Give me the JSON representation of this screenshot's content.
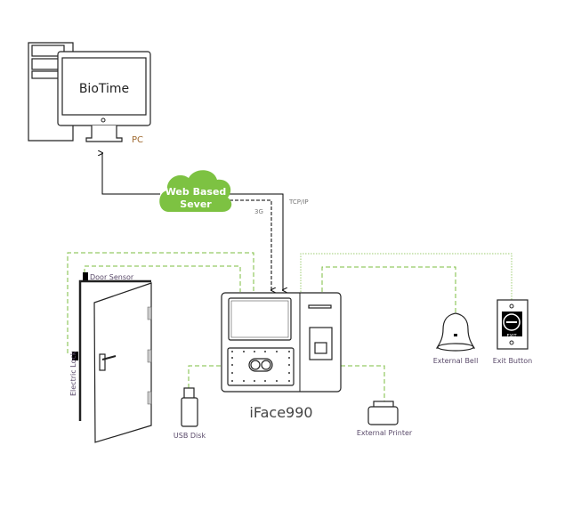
{
  "pc": {
    "screen_text": "BioTime",
    "label": "PC"
  },
  "cloud": {
    "line1": "Web Based",
    "line2": "Sever",
    "color": "#7dc242"
  },
  "links": {
    "tcpip": "TCP/IP",
    "threeg": "3G"
  },
  "device": {
    "label": "iFace990"
  },
  "peripherals": {
    "door_sensor": "Door Sensor",
    "electric_lock": "Electric Lock",
    "usb_disk": "USB Disk",
    "external_printer": "External Printer",
    "external_bell": "External Bell",
    "exit_button": "Exit Button",
    "exit_text": "EXIT"
  },
  "colors": {
    "wire": "#7bbd3f",
    "label": "#5a4a6a"
  }
}
